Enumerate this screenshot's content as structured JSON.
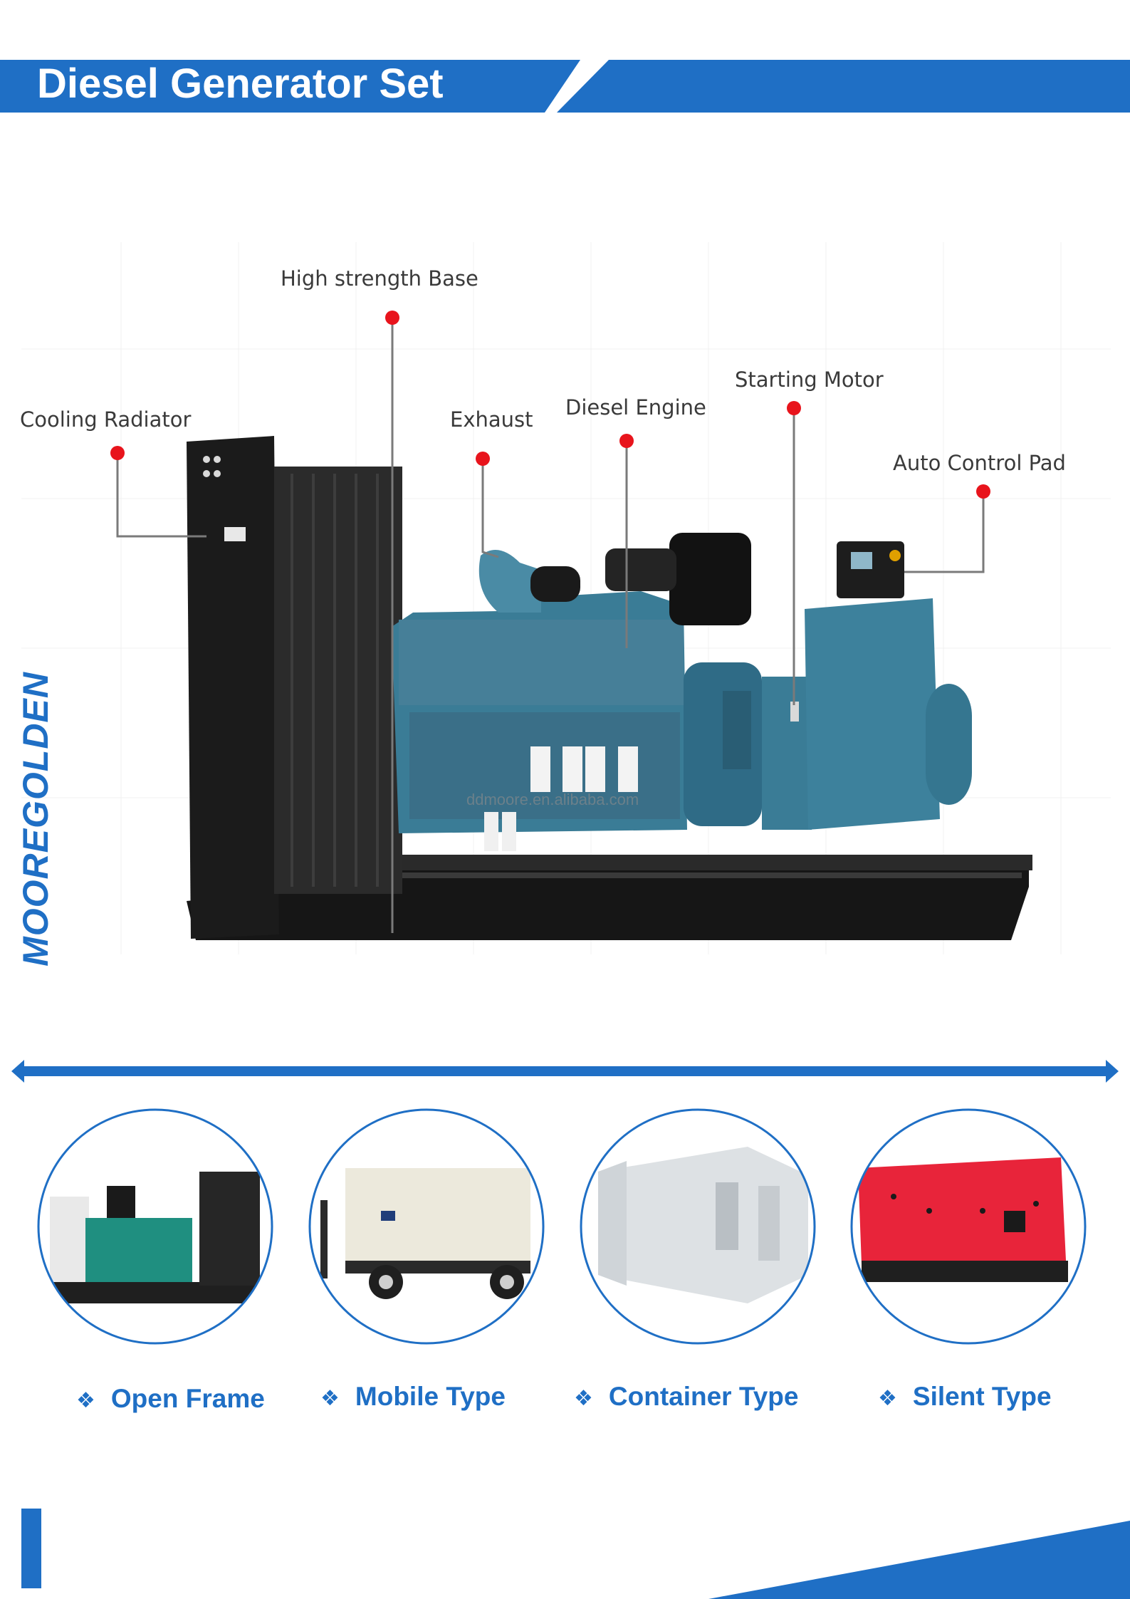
{
  "header": {
    "title": "Diesel Generator Set"
  },
  "brand": {
    "logo_text": "MOOREGOLDEN",
    "watermark": "ddmoore.en.alibaba.com",
    "accent_color": "#1f6fc5"
  },
  "diagram": {
    "callouts": [
      {
        "id": "cooling-radiator",
        "label": "Cooling Radiator"
      },
      {
        "id": "high-strength-base",
        "label": "High strength Base"
      },
      {
        "id": "exhaust",
        "label": "Exhaust"
      },
      {
        "id": "diesel-engine",
        "label": "Diesel Engine"
      },
      {
        "id": "starting-motor",
        "label": "Starting Motor"
      },
      {
        "id": "auto-control-pad",
        "label": "Auto Control Pad"
      }
    ],
    "marker_color": "#e8141c"
  },
  "types": [
    {
      "label": "Open Frame",
      "bullet": "❖",
      "color": "#1f8f80"
    },
    {
      "label": "Mobile Type",
      "bullet": "❖",
      "color": "#ece9dc"
    },
    {
      "label": "Container Type",
      "bullet": "❖",
      "color": "#dde1e4"
    },
    {
      "label": "Silent Type",
      "bullet": "❖",
      "color": "#e8243a"
    }
  ]
}
